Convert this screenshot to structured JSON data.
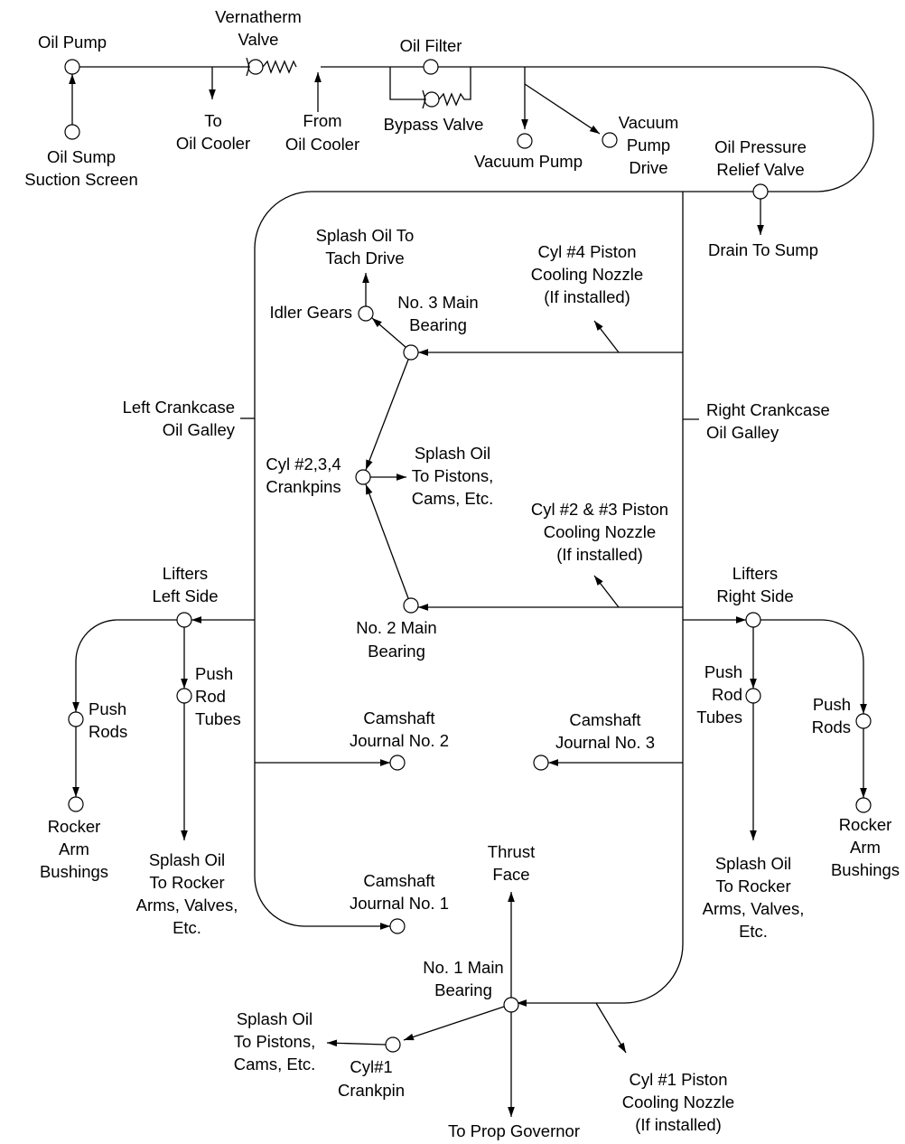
{
  "labels": {
    "oil_pump": "Oil Pump",
    "oil_sump_1": "Oil Sump",
    "oil_sump_2": "Suction Screen",
    "vernatherm_1": "Vernatherm",
    "vernatherm_2": "Valve",
    "to_oil_cooler_1": "To",
    "to_oil_cooler_2": "Oil Cooler",
    "from_oil_cooler_1": "From",
    "from_oil_cooler_2": "Oil Cooler",
    "oil_filter": "Oil Filter",
    "bypass_valve": "Bypass Valve",
    "vacuum_pump": "Vacuum Pump",
    "vacuum_pump_drive_1": "Vacuum",
    "vacuum_pump_drive_2": "Pump",
    "vacuum_pump_drive_3": "Drive",
    "relief_valve_1": "Oil Pressure",
    "relief_valve_2": "Relief Valve",
    "drain_to_sump": "Drain To Sump",
    "splash_tach_1": "Splash Oil To",
    "splash_tach_2": "Tach Drive",
    "idler_gears": "Idler Gears",
    "main3_1": "No. 3 Main",
    "main3_2": "Bearing",
    "cyl4_nozzle_1": "Cyl #4 Piston",
    "cyl4_nozzle_2": "Cooling Nozzle",
    "cyl4_nozzle_3": "(If installed)",
    "left_galley_1": "Left Crankcase",
    "left_galley_2": "Oil Galley",
    "right_galley_1": "Right Crankcase",
    "right_galley_2": "Oil Galley",
    "crankpins234_1": "Cyl #2,3,4",
    "crankpins234_2": "Crankpins",
    "splash_pistons_upper_1": "Splash Oil",
    "splash_pistons_upper_2": "To Pistons,",
    "splash_pistons_upper_3": "Cams, Etc.",
    "cyl23_nozzle_1": "Cyl #2 & #3 Piston",
    "cyl23_nozzle_2": "Cooling Nozzle",
    "cyl23_nozzle_3": "(If installed)",
    "lifters_left_1": "Lifters",
    "lifters_left_2": "Left Side",
    "lifters_right_1": "Lifters",
    "lifters_right_2": "Right Side",
    "main2_1": "No. 2 Main",
    "main2_2": "Bearing",
    "push_rods_left_1": "Push",
    "push_rods_left_2": "Rods",
    "push_rod_tubes_left_1": "Push",
    "push_rod_tubes_left_2": "Rod",
    "push_rod_tubes_left_3": "Tubes",
    "push_rod_tubes_right_1": "Push",
    "push_rod_tubes_right_2": "Rod",
    "push_rod_tubes_right_3": "Tubes",
    "push_rods_right_1": "Push",
    "push_rods_right_2": "Rods",
    "cam2_1": "Camshaft",
    "cam2_2": "Journal No. 2",
    "cam3_1": "Camshaft",
    "cam3_2": "Journal No. 3",
    "rocker_left_1": "Rocker",
    "rocker_left_2": "Arm",
    "rocker_left_3": "Bushings",
    "rocker_right_1": "Rocker",
    "rocker_right_2": "Arm",
    "rocker_right_3": "Bushings",
    "splash_rocker_left_1": "Splash Oil",
    "splash_rocker_left_2": "To Rocker",
    "splash_rocker_left_3": "Arms, Valves,",
    "splash_rocker_left_4": "Etc.",
    "splash_rocker_right_1": "Splash Oil",
    "splash_rocker_right_2": "To Rocker",
    "splash_rocker_right_3": "Arms, Valves,",
    "splash_rocker_right_4": "Etc.",
    "thrust_face_1": "Thrust",
    "thrust_face_2": "Face",
    "cam1_1": "Camshaft",
    "cam1_2": "Journal No. 1",
    "main1_1": "No. 1 Main",
    "main1_2": "Bearing",
    "splash_pistons_lower_1": "Splash Oil",
    "splash_pistons_lower_2": "To Pistons,",
    "splash_pistons_lower_3": "Cams, Etc.",
    "crankpin1_1": "Cyl#1",
    "crankpin1_2": "Crankpin",
    "cyl1_nozzle_1": "Cyl #1 Piston",
    "cyl1_nozzle_2": "Cooling Nozzle",
    "cyl1_nozzle_3": "(If installed)",
    "to_prop_governor": "To Prop Governor"
  }
}
